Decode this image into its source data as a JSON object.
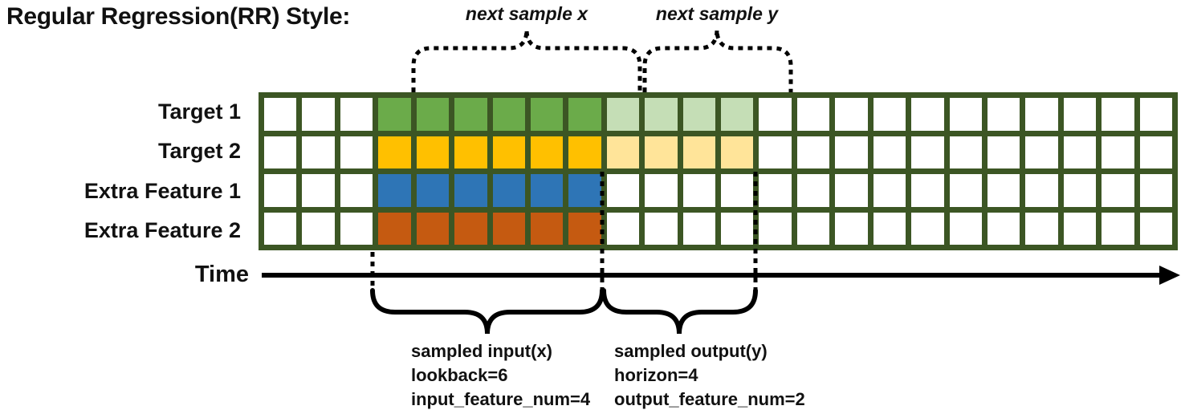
{
  "title": "Regular Regression(RR) Style:",
  "colors": {
    "grid_border": "#3C5624",
    "cell_empty": "#FFFFFF",
    "target1_input": "#6BAB4A",
    "target1_output": "#C5DEB6",
    "target2_input": "#FFC000",
    "target2_output": "#FFE499",
    "extra1_input": "#2E75B6",
    "extra2_input": "#C55A11",
    "annotation_black": "#000000"
  },
  "grid": {
    "columns": 24,
    "lead_in": 3,
    "lookback": 6,
    "horizon": 4,
    "rows": [
      {
        "label": "Target 1",
        "input_color": "#6BAB4A",
        "output_color": "#C5DEB6"
      },
      {
        "label": "Target 2",
        "input_color": "#FFC000",
        "output_color": "#FFE499"
      },
      {
        "label": "Extra Feature 1",
        "input_color": "#2E75B6",
        "output_color": null
      },
      {
        "label": "Extra Feature 2",
        "input_color": "#C55A11",
        "output_color": null
      }
    ]
  },
  "annotations": {
    "next_sample_x": "next sample x",
    "next_sample_y": "next sample y",
    "time_label": "Time",
    "input_block": [
      "sampled input(x)",
      "lookback=6",
      "input_feature_num=4"
    ],
    "output_block": [
      "sampled output(y)",
      "horizon=4",
      "output_feature_num=2"
    ]
  }
}
